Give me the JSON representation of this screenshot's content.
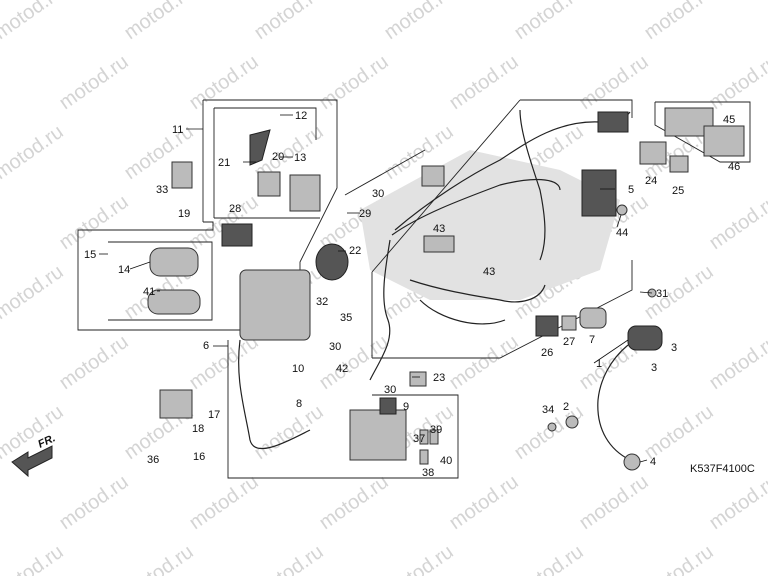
{
  "labels": {
    "l1": "1",
    "l2": "2",
    "l3a": "3",
    "l3b": "3",
    "l4": "4",
    "l5": "5",
    "l6": "6",
    "l7": "7",
    "l8": "8",
    "l9": "9",
    "l10": "10",
    "l11": "11",
    "l12": "12",
    "l13": "13",
    "l14": "14",
    "l15": "15",
    "l16": "16",
    "l17": "17",
    "l18": "18",
    "l19": "19",
    "l20": "20",
    "l21": "21",
    "l22": "22",
    "l23": "23",
    "l24": "24",
    "l25": "25",
    "l26": "26",
    "l27": "27",
    "l28": "28",
    "l29": "29",
    "l30a": "30",
    "l30b": "30",
    "l30c": "30",
    "l31": "31",
    "l32": "32",
    "l33": "33",
    "l34": "34",
    "l35": "35",
    "l36": "36",
    "l37": "37",
    "l38": "38",
    "l39": "39",
    "l40": "40",
    "l41": "41",
    "l42": "42",
    "l43a": "43",
    "l43b": "43",
    "l44": "44",
    "l45": "45",
    "l46": "46"
  },
  "direction": "FR.",
  "diagram_code": "K537F4100C",
  "watermark": "motod.ru"
}
